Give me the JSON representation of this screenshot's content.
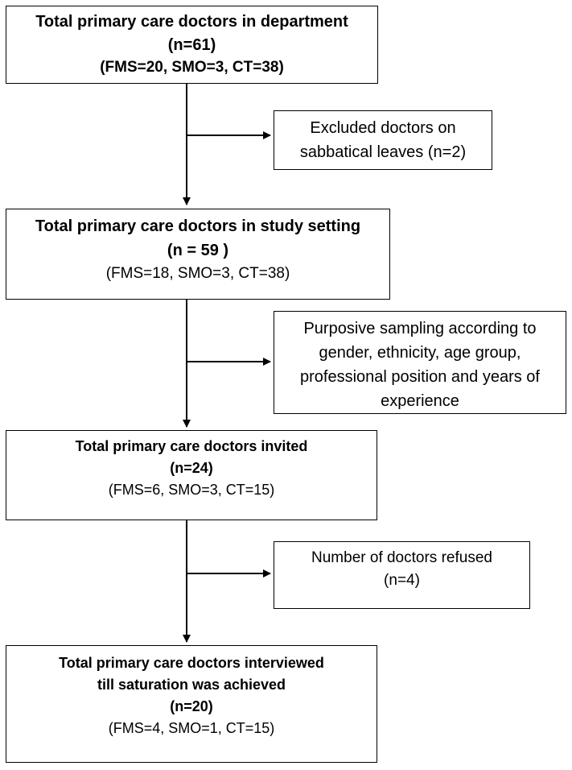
{
  "main": {
    "box1": {
      "title": "Total primary care doctors in department",
      "n": "(n=61)",
      "breakdown": "(FMS=20, SMO=3, CT=38)"
    },
    "side1": {
      "line1": "Excluded doctors on",
      "line2": "sabbatical leaves (n=2)"
    },
    "box2": {
      "title": "Total primary care doctors in study setting",
      "n": "(n = 59 )",
      "breakdown": "(FMS=18, SMO=3, CT=38)"
    },
    "side2": {
      "line1": "Purposive sampling according to",
      "line2": "gender, ethnicity, age group,",
      "line3": "professional position and years of",
      "line4": "experience"
    },
    "box3": {
      "title": "Total primary care doctors invited",
      "n": "(n=24)",
      "breakdown": "(FMS=6, SMO=3, CT=15)"
    },
    "side3": {
      "line1": "Number of doctors refused",
      "line2": "(n=4)"
    },
    "box4": {
      "title1": "Total primary care doctors interviewed",
      "title2": "till saturation was achieved",
      "n": "(n=20)",
      "breakdown": "(FMS=4, SMO=1, CT=15)"
    }
  }
}
